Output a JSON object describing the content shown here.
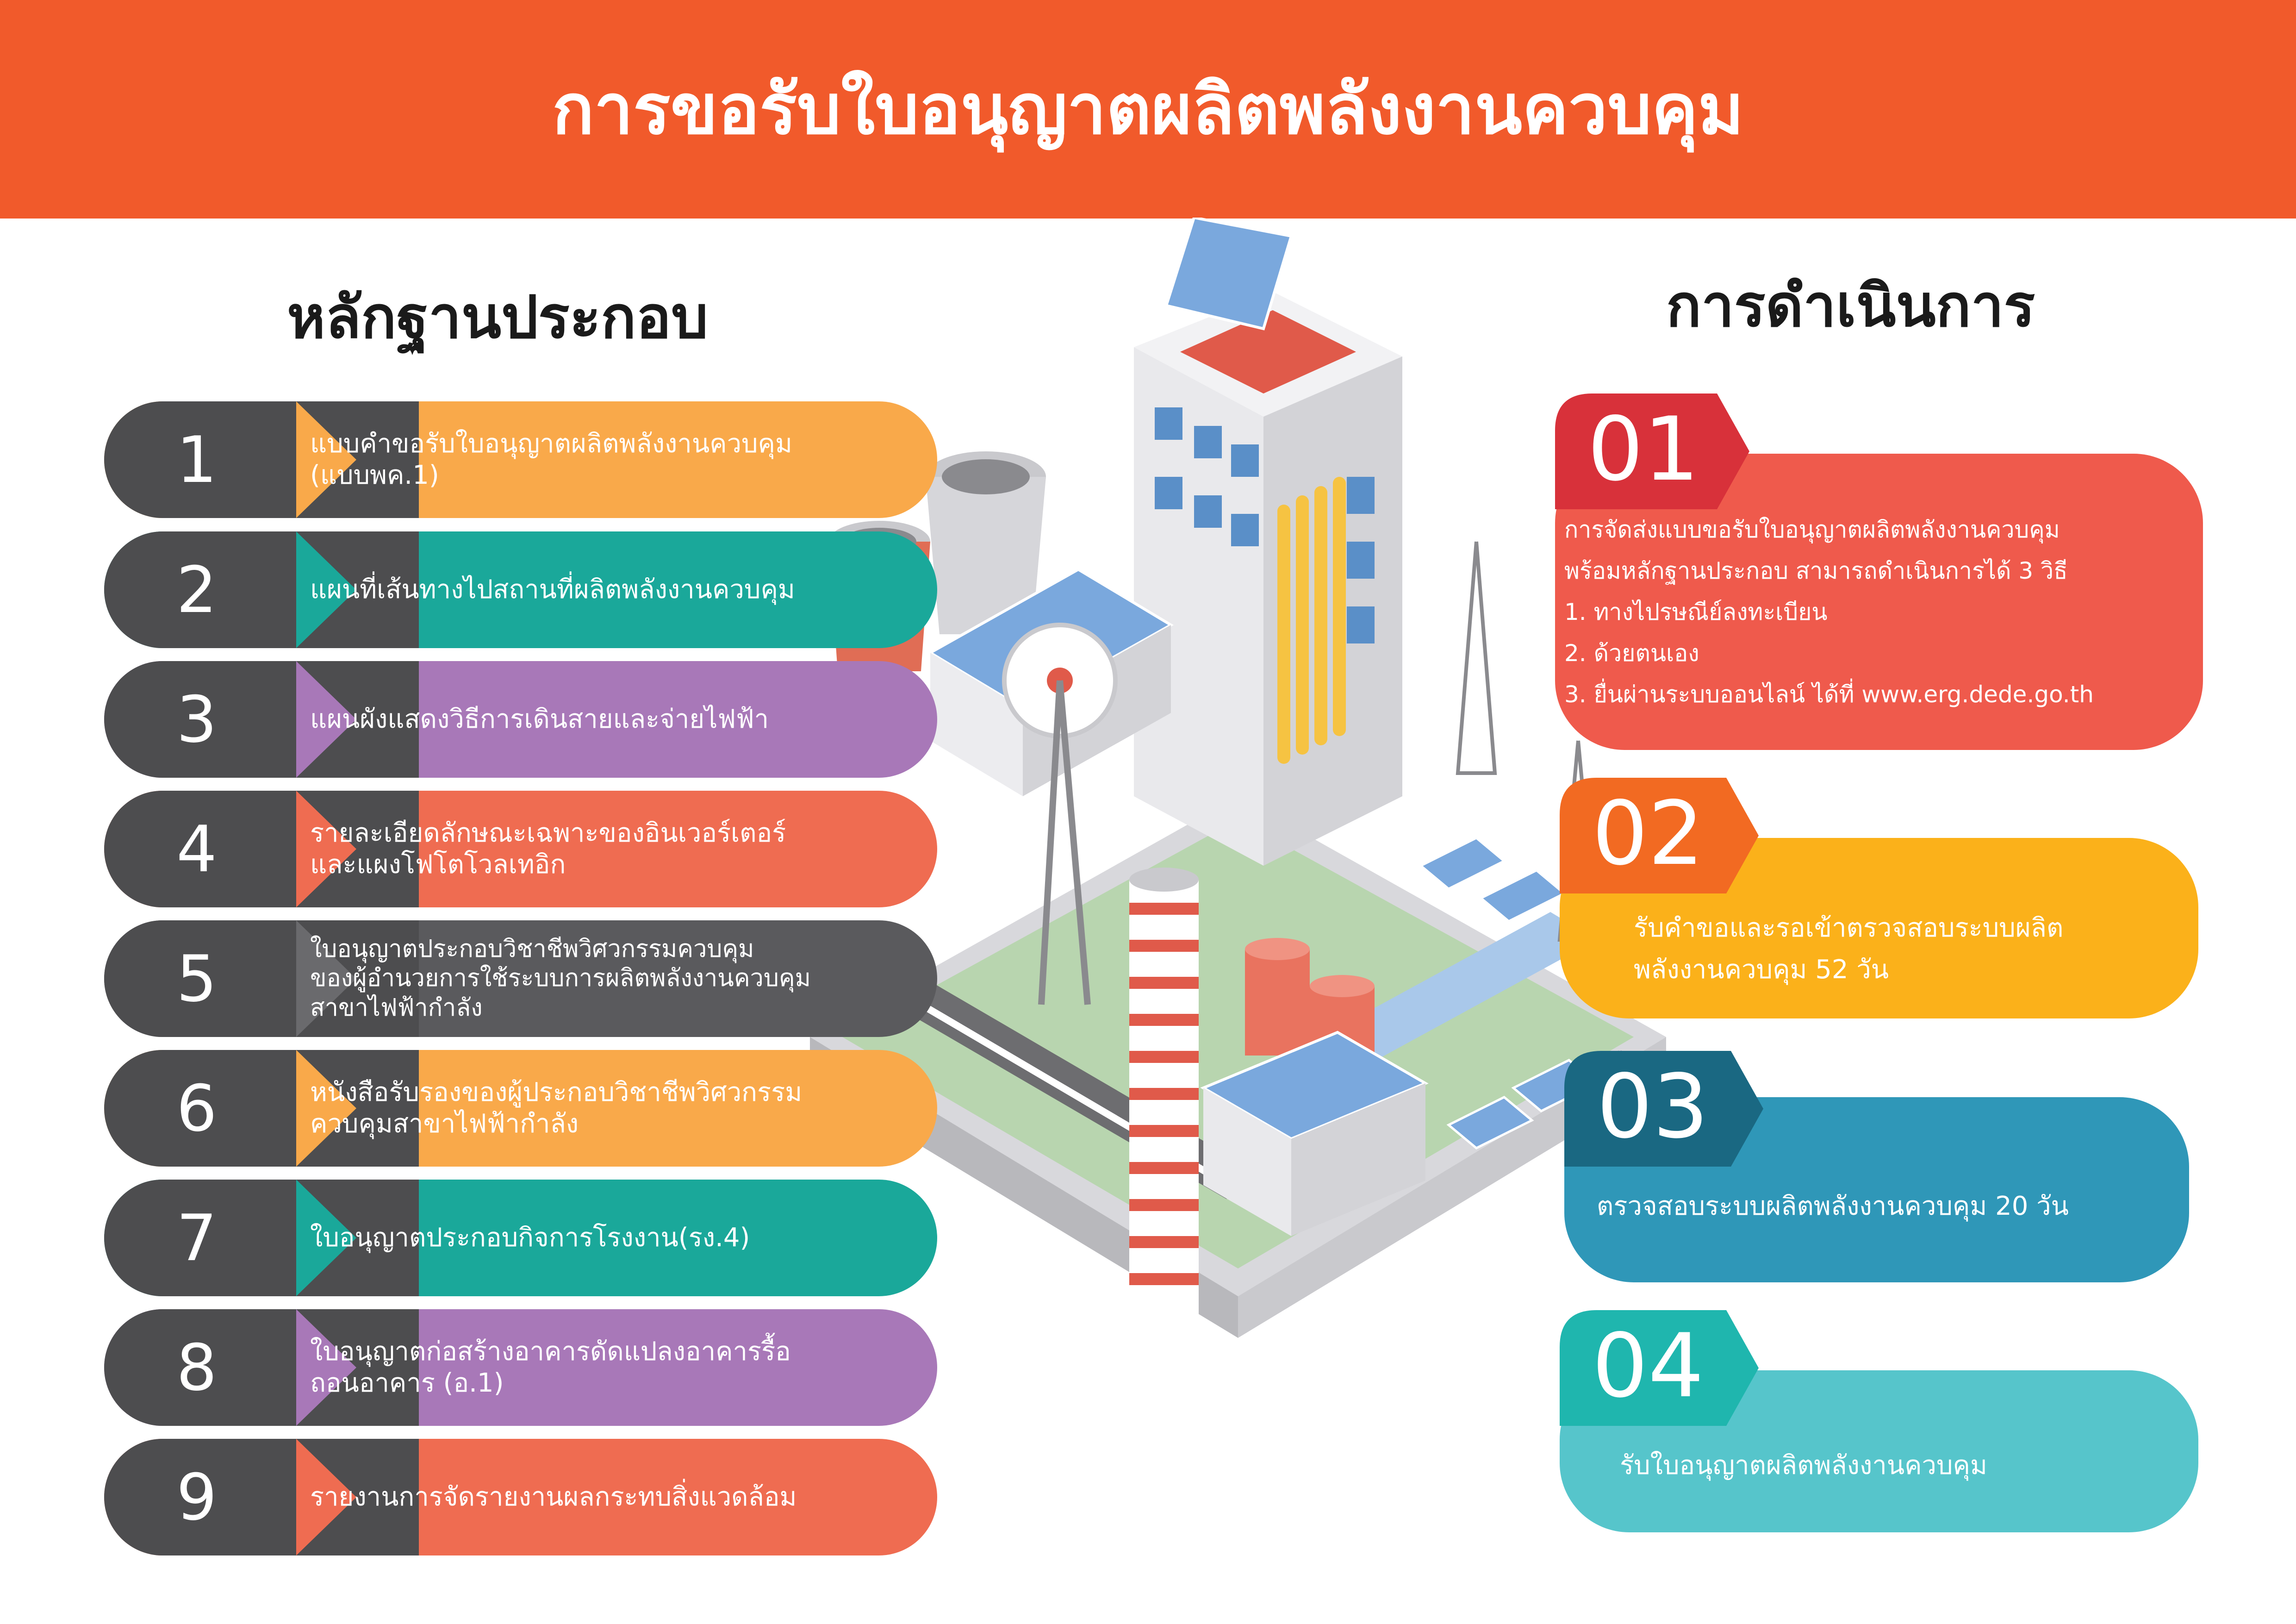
{
  "header": {
    "title": "การขอรับใบอนุญาตผลิตพลังงานควบคุม"
  },
  "left": {
    "title": "หลักฐานประกอบ",
    "items": [
      {
        "num": "1",
        "text": "แบบคำขอรับใบอนุญาตผลิตพลังงานควบคุม\n(แบบพค.1)",
        "color": "#f9a94a"
      },
      {
        "num": "2",
        "text": "แผนที่เส้นทางไปสถานที่ผลิตพลังงานควบคุม",
        "color": "#1aa89a"
      },
      {
        "num": "3",
        "text": "แผนผังแสดงวิธีการเดินสายและจ่ายไฟฟ้า",
        "color": "#a878b8"
      },
      {
        "num": "4",
        "text": "รายละเอียดลักษณะเฉพาะของอินเวอร์เตอร์\nและแผงโฟโตโวลเทอิก",
        "color": "#ef6c51"
      },
      {
        "num": "5",
        "text": "ใบอนุญาตประกอบวิชาชีพวิศวกรรมควบคุม\nของผู้อำนวยการใช้ระบบการผลิตพลังงานควบคุม\nสาขาไฟฟ้ากำลัง",
        "color": "#5a5a5d"
      },
      {
        "num": "6",
        "text": "หนังสือรับรองของผู้ประกอบวิชาชีพวิศวกรรม\nควบคุมสาขาไฟฟ้ากำลัง",
        "color": "#f9a94a"
      },
      {
        "num": "7",
        "text": "ใบอนุญาตประกอบกิจการโรงงาน(รง.4)",
        "color": "#1aa89a"
      },
      {
        "num": "8",
        "text": "ใบอนุญาตก่อสร้างอาคารดัดแปลงอาคารรื้อ\nถอนอาคาร (อ.1)",
        "color": "#a878b8"
      },
      {
        "num": "9",
        "text": "รายงานการจัดรายงานผลกระทบสิ่งแวดล้อม",
        "color": "#ef6c51"
      }
    ]
  },
  "right": {
    "title": "การดำเนินการ",
    "steps": [
      {
        "num": "01",
        "text": "การจัดส่งแบบขอรับใบอนุญาตผลิตพลังงานควบคุม\nพร้อมหลักฐานประกอบ สามารถดำเนินการได้ 3 วิธี\n   1. ทางไปรษณีย์ลงทะเบียน\n   2. ด้วยตนเอง\n   3. ยื่นผ่านระบบออนไลน์ ได้ที่ www.erg.dede.go.th",
        "color": "#ef5a4c",
        "tab_color": "#d8313a"
      },
      {
        "num": "02",
        "text": "รับคำขอและรอเข้าตรวจสอบระบบผลิต\nพลังงานควบคุม 52 วัน",
        "color": "#fbb11a",
        "tab_color": "#f26a22"
      },
      {
        "num": "03",
        "text": "ตรวจสอบระบบผลิตพลังงานควบคุม 20 วัน",
        "color": "#2f97b8",
        "tab_color": "#1a6882"
      },
      {
        "num": "04",
        "text": "รับใบอนุญาตผลิตพลังงานควบคุม",
        "color": "#56c5cb",
        "tab_color": "#1fb6ae"
      }
    ]
  },
  "illustration": {
    "name": "isometric-power-plant-illustration"
  }
}
